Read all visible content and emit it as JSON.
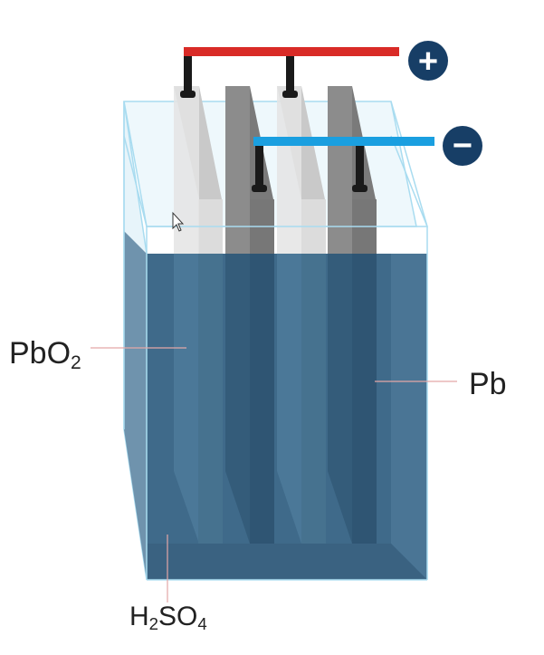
{
  "diagram": {
    "labels": {
      "positive_electrode": {
        "base": "PbO",
        "sub": "2"
      },
      "negative_electrode": "Pb",
      "electrolyte": {
        "p1": "H",
        "s1": "2",
        "p2": "SO",
        "s2": "4"
      }
    },
    "terminals": {
      "positive_symbol": "+",
      "negative_symbol": "−"
    },
    "colors": {
      "positive_bus": "#d92b27",
      "negative_bus": "#1a9fe0",
      "terminal_badge": "#173e66",
      "electrolyte": "#3f6a8a",
      "tank_outline": "#a9dcf0",
      "light_plate": "#d6d6d6",
      "dark_plate": "#858585"
    }
  }
}
